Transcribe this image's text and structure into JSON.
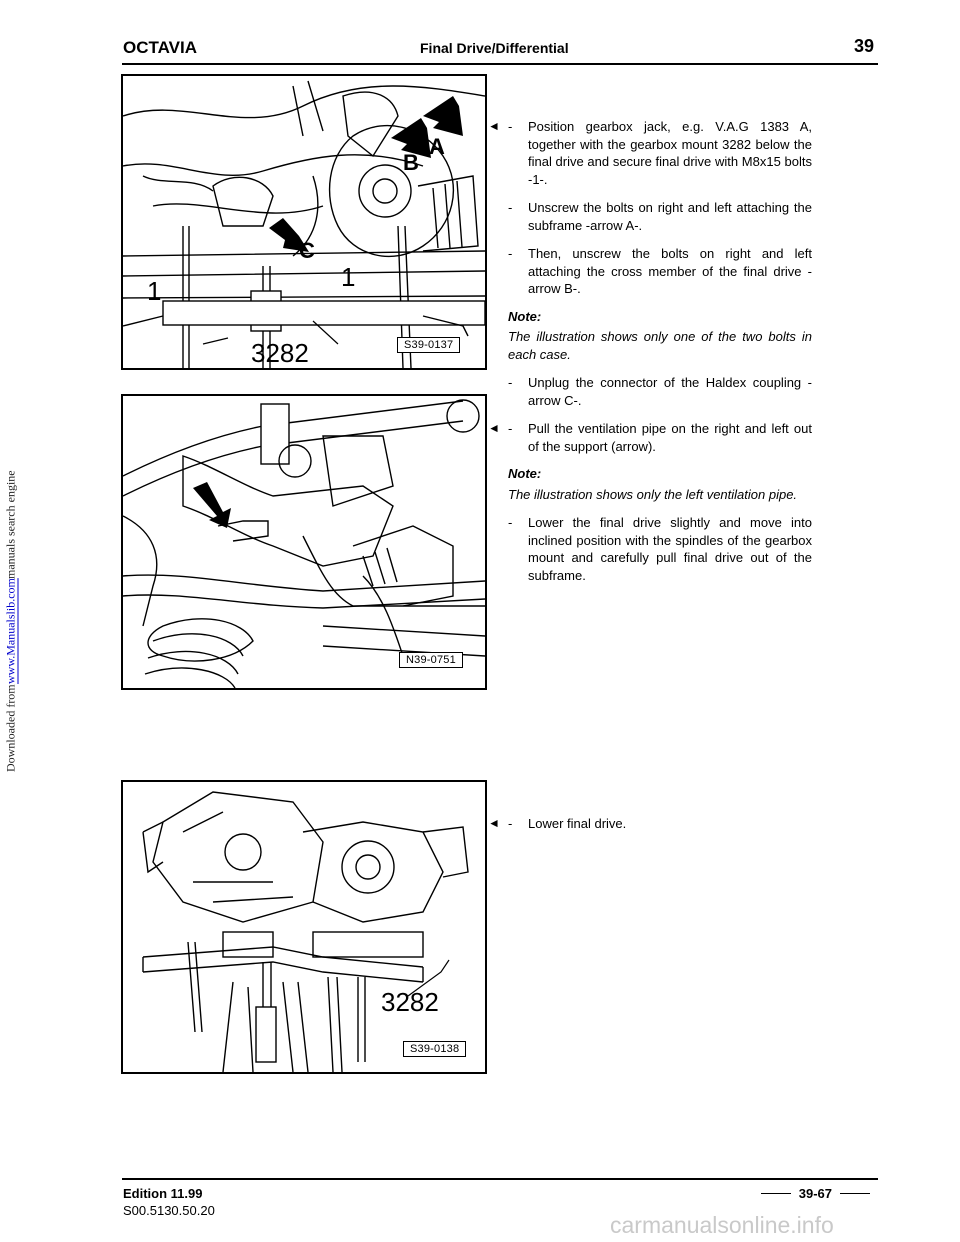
{
  "sidebar": {
    "prefix": "Downloaded from ",
    "link": "www.Manualslib.com",
    "suffix": " manuals search engine"
  },
  "header": {
    "brand": "OCTAVIA",
    "title": "Final Drive/Differential",
    "page": "39"
  },
  "figures": [
    {
      "code": "S39-0137",
      "labels": {
        "tool": "3282",
        "a": "A",
        "b": "B",
        "c": "C",
        "one_left": "1",
        "one_right": "1"
      }
    },
    {
      "code": "N39-0751"
    },
    {
      "code": "S39-0138",
      "labels": {
        "tool": "3282"
      }
    }
  ],
  "content": {
    "s1": {
      "arrow": "◄",
      "dash": "-",
      "text": "Position gearbox jack, e.g. V.A.G 1383 A, together with the gearbox mount 3282 below the final drive and secure final drive with M8x15 bolts -1-."
    },
    "s2": {
      "dash": "-",
      "text": "Unscrew the bolts on right and left attaching the subframe -arrow A-."
    },
    "s3": {
      "dash": "-",
      "text": "Then, unscrew the bolts on right and left attaching the cross member of the final drive -arrow B-."
    },
    "note1": {
      "heading": "Note:",
      "text": "The illustration shows only one of the two bolts in each case."
    },
    "s4": {
      "dash": "-",
      "text": "Unplug the connector of the Haldex coupling -arrow C-."
    },
    "s5": {
      "arrow": "◄",
      "dash": "-",
      "text": "Pull the ventilation pipe on the right and left out of the support (arrow)."
    },
    "note2": {
      "heading": "Note:",
      "text": "The illustration shows only the left ventilation pipe."
    },
    "s6": {
      "dash": "-",
      "text": "Lower the final drive slightly and move into inclined position with the spindles of the gearbox mount and carefully pull final drive out of the subframe."
    },
    "s7": {
      "arrow": "◄",
      "dash": "-",
      "text": "Lower final drive."
    }
  },
  "footer": {
    "edition": "Edition 11.99",
    "code": "S00.5130.50.20",
    "page": "39-67"
  },
  "watermark": "carmanualsonline.info"
}
